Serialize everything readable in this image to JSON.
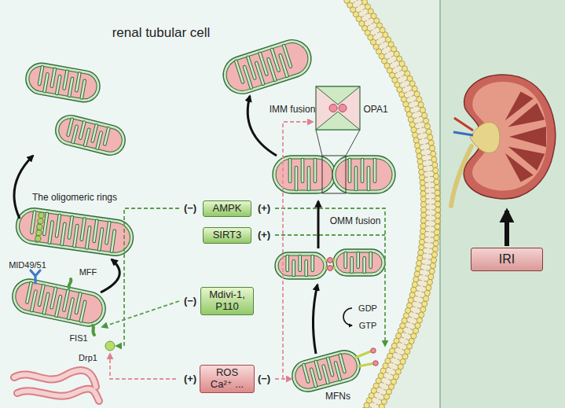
{
  "diagram": {
    "nodes": [
      {
        "text": [
          "AMPK"
        ]
      },
      {
        "text": [
          "SIRT3"
        ]
      },
      {
        "text": [
          "Mdivi-1, P110"
        ]
      },
      {
        "text": [
          "ROS Ca²⁺ ..."
        ]
      },
      {
        "text": [
          "IRI"
        ]
      }
    ],
    "labels": [
      "renal tubular cell",
      "The oligomeric rings",
      "(−)",
      "(+)",
      "(+)",
      "MID49/51",
      "MFF",
      "IMM fusion",
      "OPA1",
      "OMM fusion",
      "FIS1",
      "(−)",
      "GDP",
      "GTP",
      "Drp1",
      "(+)",
      "(−)",
      "MFNs"
    ]
  }
}
